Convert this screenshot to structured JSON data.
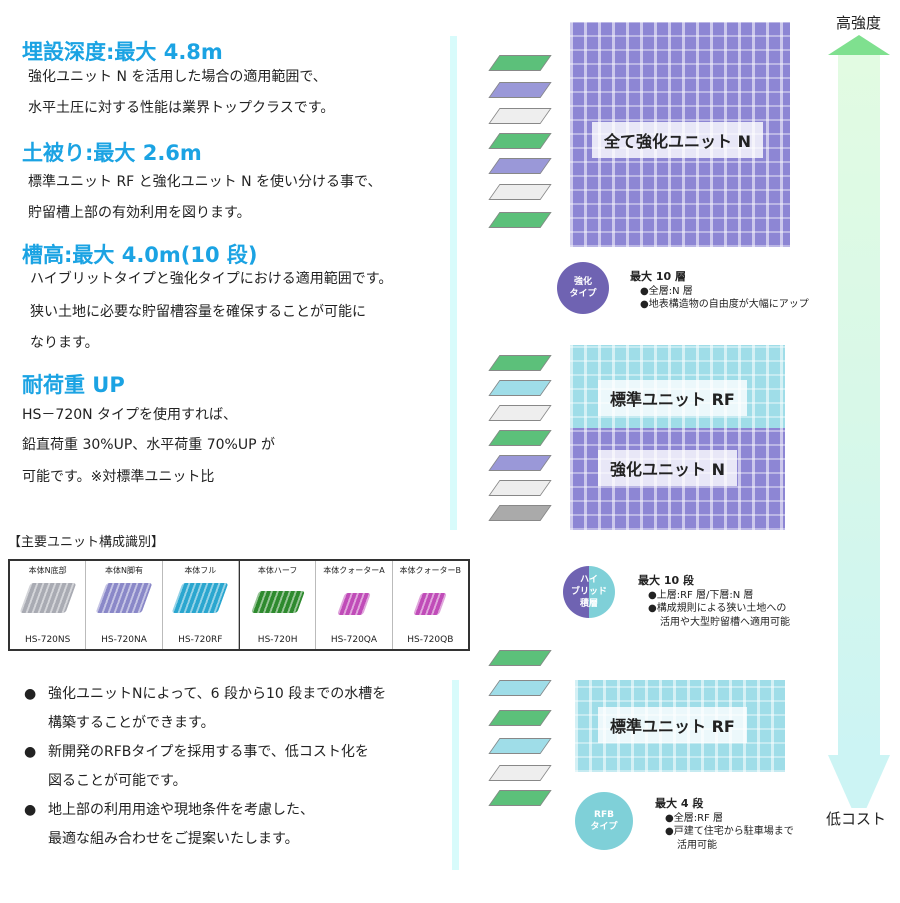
{
  "sections": [
    {
      "heading": "埋設深度:最大 4.8m",
      "lines": [
        "強化ユニット N を活用した場合の適用範囲で、",
        "水平土圧に対する性能は業界トップクラスです。"
      ]
    },
    {
      "heading": "土被り:最大 2.6m",
      "lines": [
        "標準ユニット RF と強化ユニット N を使い分ける事で、",
        "貯留槽上部の有効利用を図ります。"
      ]
    },
    {
      "heading": "槽高:最大 4.0m(10 段)",
      "lines": [
        "ハイブリットタイプと強化タイプにおける適用範囲です。",
        "狭い土地に必要な貯留槽容量を確保することが可能に",
        "なります。"
      ]
    },
    {
      "heading": "耐荷重 UP",
      "lines": [
        "HS－720N タイプを使用すれば、",
        "鉛直荷重 30%UP、水平荷重 70%UP が",
        "可能です。※対標準ユニット比"
      ]
    }
  ],
  "units_title": "【主要ユニット構成識別】",
  "units": [
    {
      "caption": "本体N底部",
      "code": "HS-720NS",
      "color": "#a9abb3"
    },
    {
      "caption": "本体N脚有",
      "code": "HS-720NA",
      "color": "#8a88c8"
    },
    {
      "caption": "本体フル",
      "code": "HS-720RF",
      "color": "#2aa6cf"
    },
    {
      "caption": "本体ハーフ",
      "code": "HS-720H",
      "color": "#2e8a2e"
    },
    {
      "caption": "本体クォーターA",
      "code": "HS-720QA",
      "color": "#c04cb8"
    },
    {
      "caption": "本体クォーターB",
      "code": "HS-720QB",
      "color": "#c04cb8"
    }
  ],
  "bullets": [
    [
      "強化ユニットNによって、6 段から10 段までの水槽を",
      "構築することができます。"
    ],
    [
      "新開発のRFBタイプを採用する事で、低コスト化を",
      "図ることが可能です。"
    ],
    [
      "地上部の利用用途や現地条件を考慮した、",
      "最適な組み合わせをご提案いたします。"
    ]
  ],
  "arrow": {
    "top_label": "高強度",
    "bottom_label": "低コスト"
  },
  "types": [
    {
      "block_labels": [
        "全て強化ユニット N"
      ],
      "circle": [
        "強化",
        "タイプ"
      ],
      "max": "最大 10 層",
      "details": [
        "●全層:N 層",
        "●地表構造物の自由度が大幅にアップ"
      ]
    },
    {
      "block_labels": [
        "標準ユニット RF",
        "強化ユニット N"
      ],
      "circle": [
        "ハイ",
        "ブリッド",
        "積層"
      ],
      "max": "最大 10 段",
      "details": [
        "●上層:RF 層/下層:N 層",
        "●構成規則による狭い土地への",
        "活用や大型貯留槽へ適用可能"
      ]
    },
    {
      "block_labels": [
        "標準ユニット RF"
      ],
      "circle": [
        "RFB",
        "タイプ"
      ],
      "max": "最大 4 段",
      "details": [
        "●全層:RF 層",
        "●戸建て住宅から駐車場まで",
        "活用可能"
      ]
    }
  ]
}
